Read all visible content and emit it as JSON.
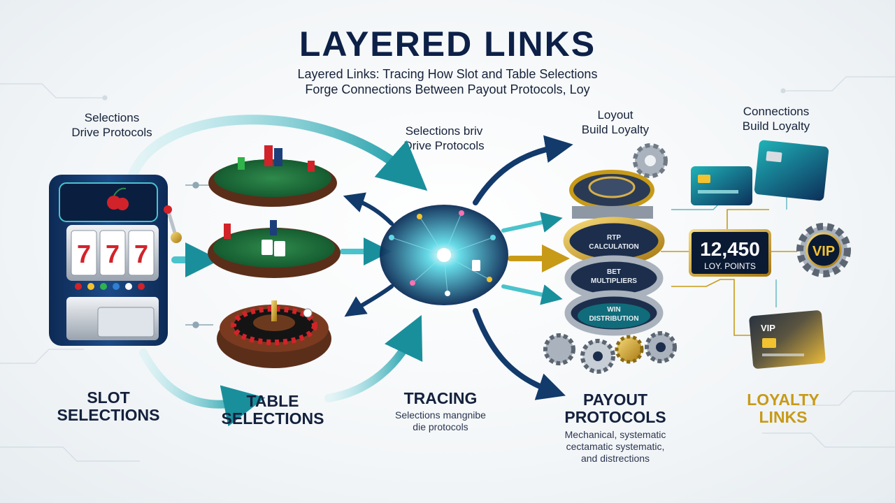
{
  "header": {
    "title": "LAYERED LINKS",
    "subtitle_line1": "Layered Links: Tracing How Slot and Table Selections",
    "subtitle_line2": "Forge Connections Between Payout Protocols, Loy"
  },
  "captions": {
    "left_top": [
      "Selections",
      "Drive Protocols"
    ],
    "center_top": [
      "Selections briv",
      "Drive Protocols"
    ],
    "payout_top": [
      "Loyout",
      "Build Loyalty"
    ],
    "loyalty_top": [
      "Connections",
      "Build Loyalty"
    ]
  },
  "stages": {
    "slot": {
      "label": [
        "SLOT",
        "SELECTIONS"
      ]
    },
    "table": {
      "label": [
        "TABLE",
        "SELECTIONS"
      ]
    },
    "tracing": {
      "label": "TRACING",
      "sub": [
        "Selections mangnibe",
        "die protocols"
      ]
    },
    "payout": {
      "label": [
        "PAYOUT",
        "PROTOCOLS"
      ],
      "sub": [
        "Mechanical, systematic",
        "cectamatic systematic,",
        "and distrections"
      ]
    },
    "loyalty": {
      "label": [
        "LOYALTY",
        "LINKS"
      ]
    }
  },
  "slot_machine": {
    "reels": [
      "7",
      "7",
      "7"
    ]
  },
  "gear_stack": {
    "layers": [
      {
        "line1": "RTP",
        "line2": "CALCULATION"
      },
      {
        "line1": "BET",
        "line2": "MULTIPLIERS"
      },
      {
        "line1": "WIN",
        "line2": "DISTRIBUTION"
      }
    ]
  },
  "loyalty": {
    "points_value": "12,450",
    "points_label": "LOY. POINTS",
    "vip_badge": "VIP",
    "vip_card": "VIP"
  },
  "colors": {
    "teal": "#1fa9b3",
    "navy": "#0d2047",
    "gold": "#c79a18",
    "felt": "#1f6b3a"
  }
}
